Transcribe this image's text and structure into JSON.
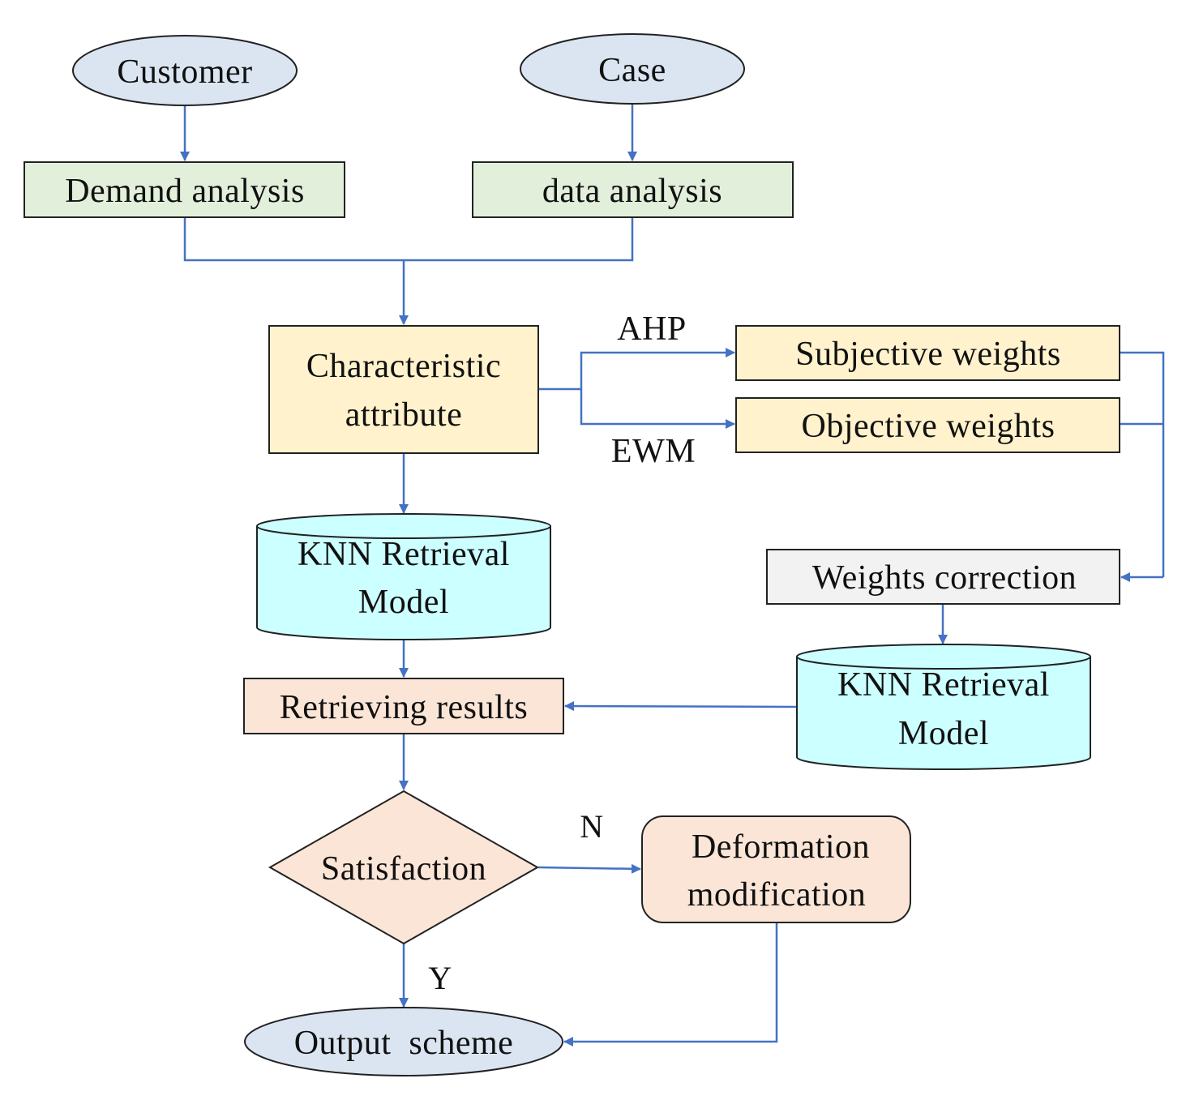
{
  "colors": {
    "ellipse_fill": "#DAE5F1",
    "green_fill": "#E2EFDA",
    "yellow_fill": "#FFF2CC",
    "cyan_fill": "#CCFFFF",
    "salmon_fill": "#FBE5D6",
    "gray_fill": "#F2F2F2",
    "edge_color": "#4472C4"
  },
  "nodes": {
    "customer": "Customer",
    "case": "Case",
    "demand_analysis": "Demand analysis",
    "data_analysis": "data analysis",
    "characteristic_attribute": [
      "Characteristic",
      "attribute"
    ],
    "subjective_weights": "Subjective weights",
    "objective_weights": "Objective weights",
    "knn_model_left": [
      "KNN Retrieval",
      "Model"
    ],
    "weights_correction": "Weights correction",
    "knn_model_right": [
      "KNN Retrieval",
      "Model"
    ],
    "retrieving_results": "Retrieving results",
    "satisfaction": "Satisfaction",
    "deformation_modification": [
      "Deformation",
      "modification"
    ],
    "output_scheme": "Output  scheme"
  },
  "edge_labels": {
    "ahp": "AHP",
    "ewm": "EWM",
    "no": "N",
    "yes": "Y"
  }
}
